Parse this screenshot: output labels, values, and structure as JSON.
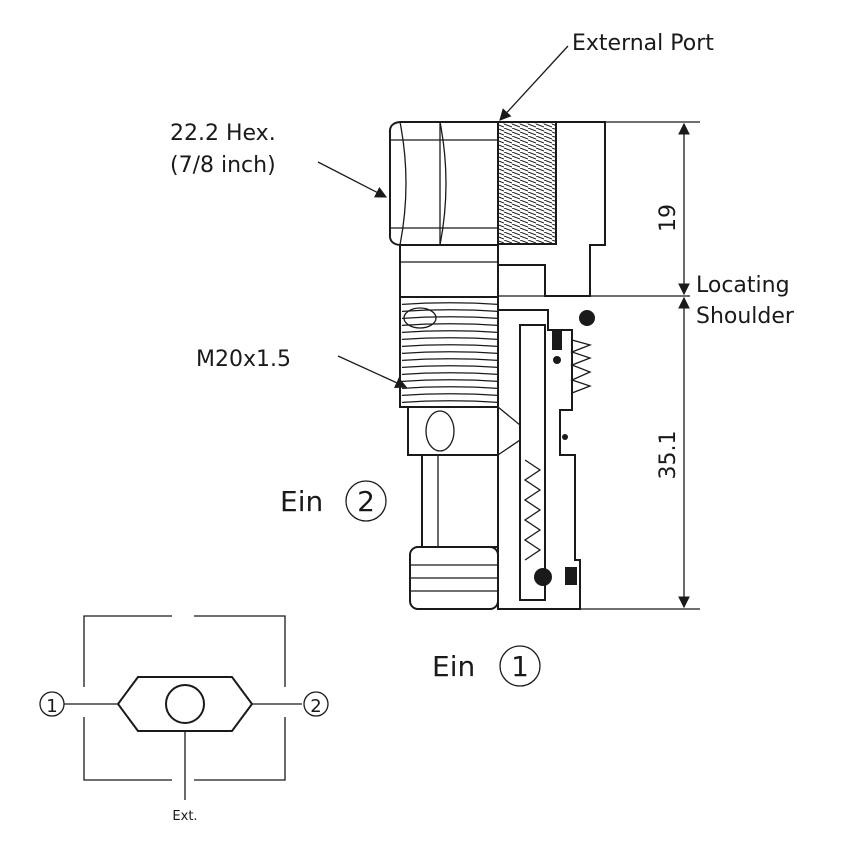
{
  "callouts": {
    "external_port": "External Port",
    "hex_line1": "22.2 Hex.",
    "hex_line2": "(7/8 inch)",
    "thread": "M20x1.5",
    "locating_line1": "Locating",
    "locating_line2": "Shoulder"
  },
  "dimensions": {
    "upper": "19",
    "lower": "35.1"
  },
  "ports": {
    "ein2_word": "Ein",
    "ein2_num": "2",
    "ein1_word": "Ein",
    "ein1_num": "1"
  },
  "schematic": {
    "port_left": "1",
    "port_right": "2",
    "ext_label": "Ext."
  }
}
